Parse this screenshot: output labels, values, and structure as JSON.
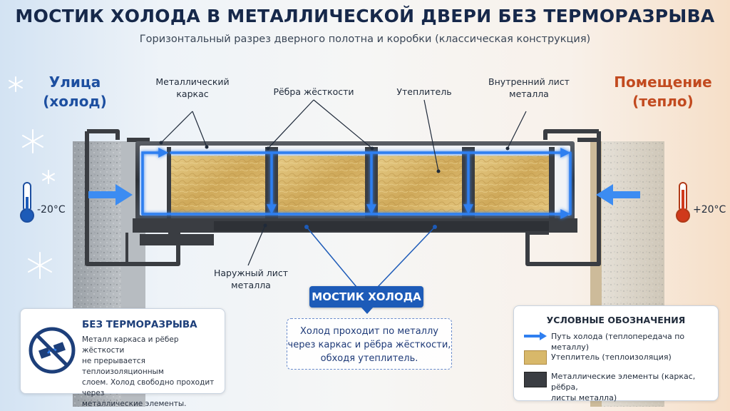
{
  "title": "МОСТИК ХОЛОДА В МЕТАЛЛИЧЕСКОЙ ДВЕРИ БЕЗ ТЕРМОРАЗРЫВА",
  "subtitle": "Горизонтальный разрез дверного полотна и коробки (классическая конструкция)",
  "outside": {
    "line1": "Улица",
    "line2": "(холод)",
    "temp": "-20°C"
  },
  "inside": {
    "line1": "Помещение",
    "line2": "(тепло)",
    "temp": "+20°C"
  },
  "labels": {
    "frame_1": "Металлический",
    "frame_2": "каркас",
    "ribs": "Рёбра жёсткости",
    "insulation": "Утеплитель",
    "inner_sheet_1": "Внутренний лист",
    "inner_sheet_2": "металла",
    "outer_sheet_1": "Наружный лист",
    "outer_sheet_2": "металла"
  },
  "badge": "МОСТИК ХОЛОДА",
  "explanation": {
    "line1": "Холод проходит по металлу",
    "line2": "через каркас и рёбра жёсткости,",
    "line3": "обходя утеплитель."
  },
  "no_break": {
    "title": "БЕЗ ТЕРМОРАЗРЫВА",
    "line1": "Металл каркаса и рёбер жёсткости",
    "line2": "не прерывается теплоизоляционным",
    "line3": "слоем. Холод свободно проходит через",
    "line4": "металлические элементы."
  },
  "legend": {
    "title": "УСЛОВНЫЕ ОБОЗНАЧЕНИЯ",
    "cold_path": "Путь холода (теплопередача по металлу)",
    "insulation": "Утеплитель (теплоизоляция)",
    "metal_1": "Металлические элементы (каркас, рёбра,",
    "metal_2": "листы металла)"
  },
  "colors": {
    "cold_blue": "#1d5bb8",
    "arrow_blue": "#2f7ff0",
    "warm_red": "#c24a1f",
    "metal_dark": "#3a3d42",
    "insulation_yellow": "#d8b86a"
  }
}
